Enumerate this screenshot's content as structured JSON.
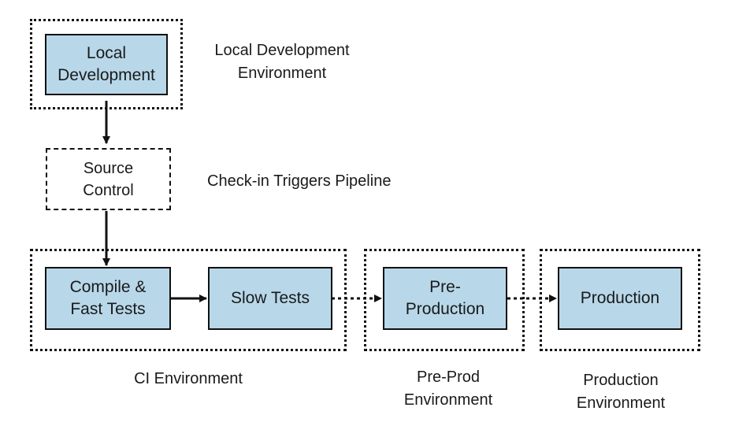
{
  "nodes": {
    "local_development": [
      "Local",
      "Development"
    ],
    "source_control": [
      "Source",
      "Control"
    ],
    "compile_fast_tests": [
      "Compile &",
      "Fast Tests"
    ],
    "slow_tests": [
      "Slow Tests"
    ],
    "pre_production": [
      "Pre-",
      "Production"
    ],
    "production": [
      "Production"
    ]
  },
  "captions": {
    "local_dev_env": [
      "Local Development",
      "Environment"
    ],
    "check_in": [
      "Check-in Triggers Pipeline"
    ],
    "ci_env": [
      "CI Environment"
    ],
    "pre_prod_env": [
      "Pre-Prod",
      "Environment"
    ],
    "production_env": [
      "Production",
      "Environment"
    ]
  },
  "colors": {
    "node_fill": "#b8d8ea",
    "stroke": "#111111"
  }
}
